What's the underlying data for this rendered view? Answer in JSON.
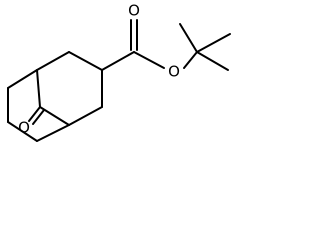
{
  "molecule": {
    "atoms": {
      "ketone_oxygen": "O",
      "carbonyl_oxygen": "O",
      "ester_oxygen": "O"
    },
    "colors": {
      "bond": "#000000",
      "label": "#000000",
      "background": "#ffffff"
    }
  }
}
